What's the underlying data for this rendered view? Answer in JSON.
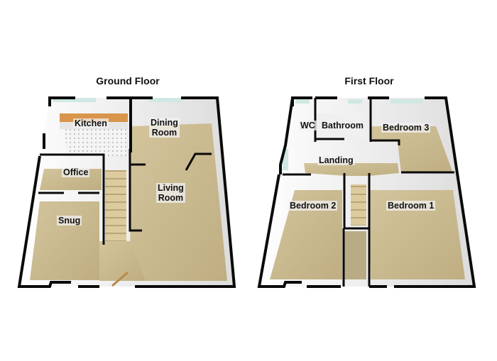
{
  "floors": [
    {
      "title": "Ground Floor",
      "rooms": [
        "Kitchen",
        "Dining Room",
        "Office",
        "Living Room",
        "Snug"
      ]
    },
    {
      "title": "First Floor",
      "rooms": [
        "WC",
        "Bathroom",
        "Bedroom 3",
        "Landing",
        "Bedroom 2",
        "Bedroom 1"
      ]
    }
  ],
  "labels": {
    "ground_title": "Ground Floor",
    "first_title": "First Floor",
    "kitchen": "Kitchen",
    "dining_1": "Dining",
    "dining_2": "Room",
    "office": "Office",
    "living_1": "Living",
    "living_2": "Room",
    "snug": "Snug",
    "wc": "WC",
    "bathroom": "Bathroom",
    "bedroom3": "Bedroom 3",
    "landing": "Landing",
    "bedroom2": "Bedroom 2",
    "bedroom1": "Bedroom 1"
  },
  "colors": {
    "floor_carpet": "#c9b98f",
    "wall": "#0a0a0a",
    "wall_inner": "#f2f2f2",
    "window": "#cfe8e4",
    "worktop": "#d9954a",
    "stairs": "#d8c79a"
  }
}
